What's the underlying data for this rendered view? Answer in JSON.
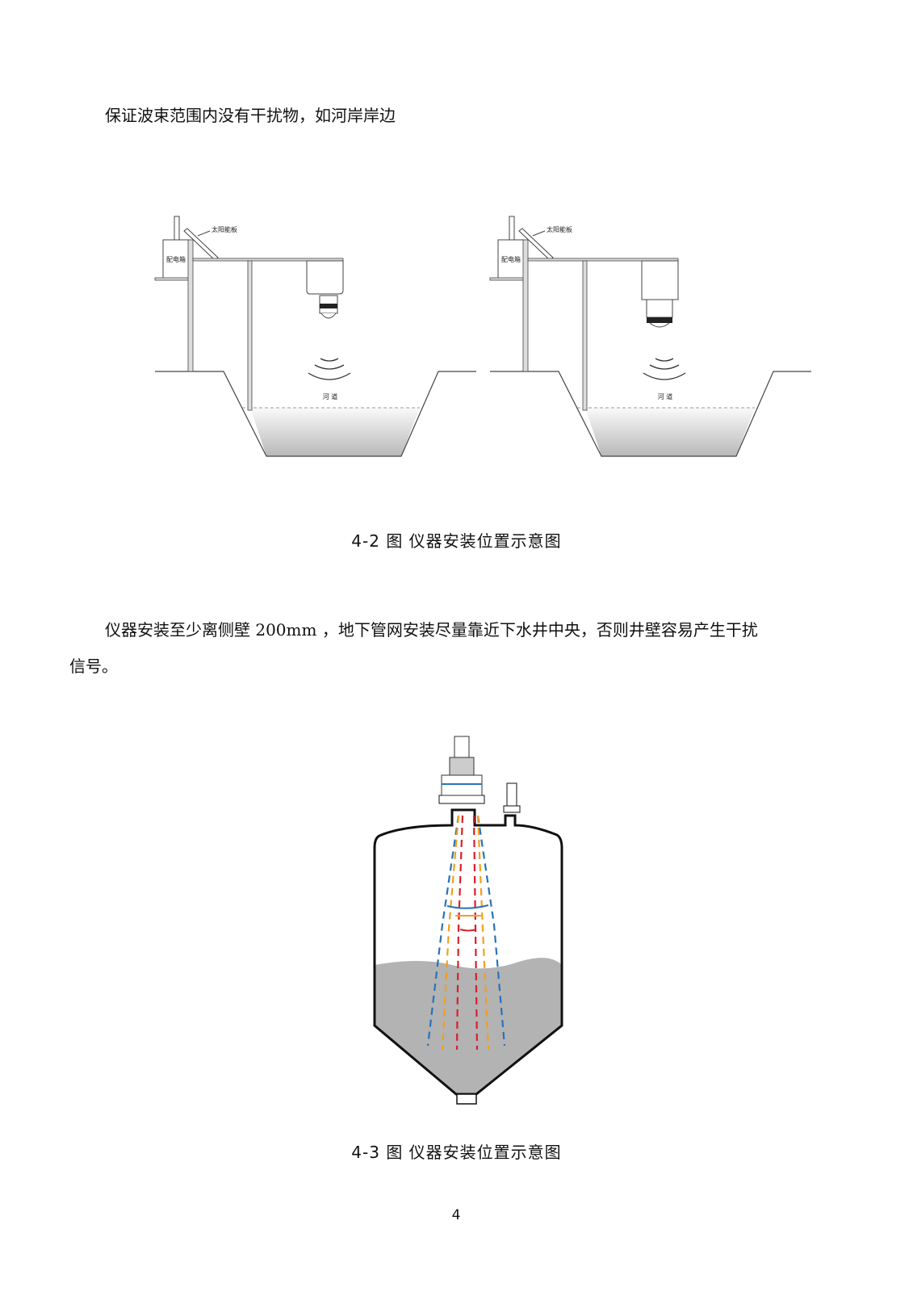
{
  "paragraphs": {
    "p1": "保证波束范围内没有干扰物，如河岸岸边",
    "p2_line1": "仪器安装至少离侧壁 200mm ，地下管网安装尽量靠近下水井中央，否则井壁容易产生干扰",
    "p2_line2": "信号。"
  },
  "figure_4_2": {
    "caption": "4-2 图 仪器安装位置示意图",
    "labels": {
      "solar_panel": "太阳能板",
      "distribution_box": "配电箱",
      "river": "河 道"
    }
  },
  "figure_4_3": {
    "caption": "4-3 图 仪器安装位置示意图"
  },
  "page_number": "4",
  "colors": {
    "beam_blue": "#2a72b8",
    "beam_orange": "#f0a020",
    "beam_red": "#d8202a",
    "liquid": "#b3b3b3"
  }
}
